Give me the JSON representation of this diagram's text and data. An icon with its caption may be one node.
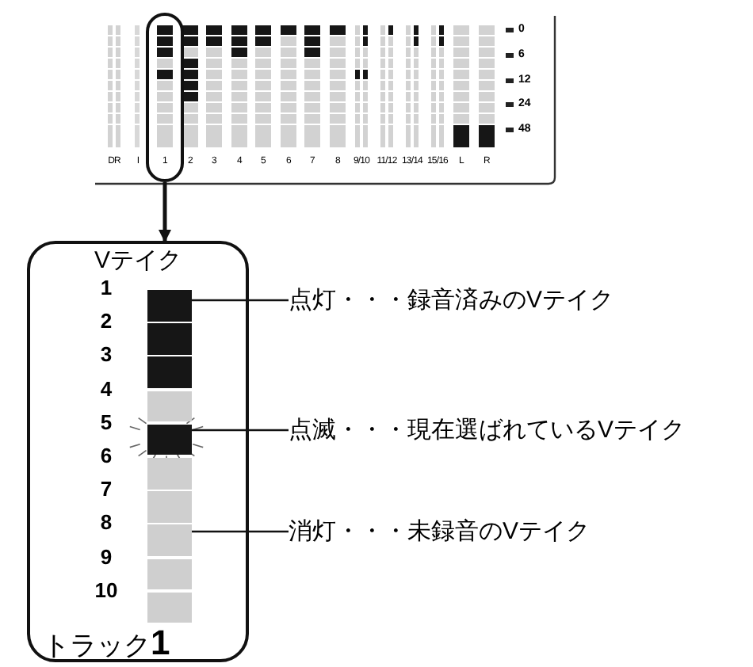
{
  "diagram": {
    "nodes": [
      {
        "text": [],
        "shape": "box"
      },
      {
        "text": [
          "Vテイク",
          "トラック**1**"
        ]
      },
      {
        "text": [],
        "shape": "bar",
        "in": 1
      },
      {
        "text": [],
        "shape": "bar",
        "in": 1
      },
      {
        "text": [],
        "shape": "bar",
        "in": 1
      },
      {
        "text": [],
        "shape": "bar",
        "in": 1
      },
      {
        "text": [],
        "shape": "bar",
        "in": 1
      },
      {
        "text": [],
        "shape": "bar",
        "in": 1
      },
      {
        "text": [],
        "shape": "bar",
        "in": 1
      },
      {
        "text": [],
        "shape": "bar",
        "in": 1
      },
      {
        "text": [],
        "shape": "bar",
        "in": 1
      },
      {
        "text": [],
        "shape": "bar",
        "in": 1
      },
      {
        "text": [
          "点灯・・・録音済みのVテイク"
        ]
      },
      {
        "text": [
          "点滅・・・現在選ばれているVテイク"
        ]
      },
      {
        "text": [
          "消灯・・・未録音のVテイク"
        ]
      }
    ],
    "edges": [
      {
        "from": 0,
        "to": 1,
        "arrow": "to"
      },
      {
        "from": 12,
        "to": 2,
        "arrow": "none"
      },
      {
        "from": 13,
        "to": 6,
        "arrow": "none"
      },
      {
        "from": 14,
        "to": 9,
        "arrow": "none"
      }
    ],
    "labels": [
      "DR",
      "I",
      "1",
      "2",
      "3",
      "4",
      "5",
      "6",
      "7",
      "8",
      "9/10",
      "11/12",
      "13/14",
      "15/16",
      "L",
      "R",
      "0",
      "6",
      "12",
      "24",
      "48",
      "1",
      "2",
      "3",
      "4",
      "5",
      "6",
      "7",
      "8",
      "9",
      "10"
    ]
  }
}
